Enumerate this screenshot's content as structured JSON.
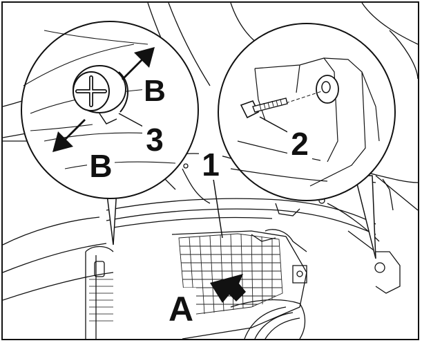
{
  "diagram": {
    "labels": {
      "one": "1",
      "two": "2",
      "three": "3",
      "a": "A",
      "b_upper": "B",
      "b_lower": "B"
    },
    "colors": {
      "line": "#111111",
      "background": "#ffffff",
      "arrow_fill": "#111111",
      "grid": "#222222"
    },
    "icons": [
      "screw-cross-head-icon",
      "bolt-icon",
      "grommet-icon",
      "arrow-a-icon",
      "arrow-b-icon"
    ]
  }
}
